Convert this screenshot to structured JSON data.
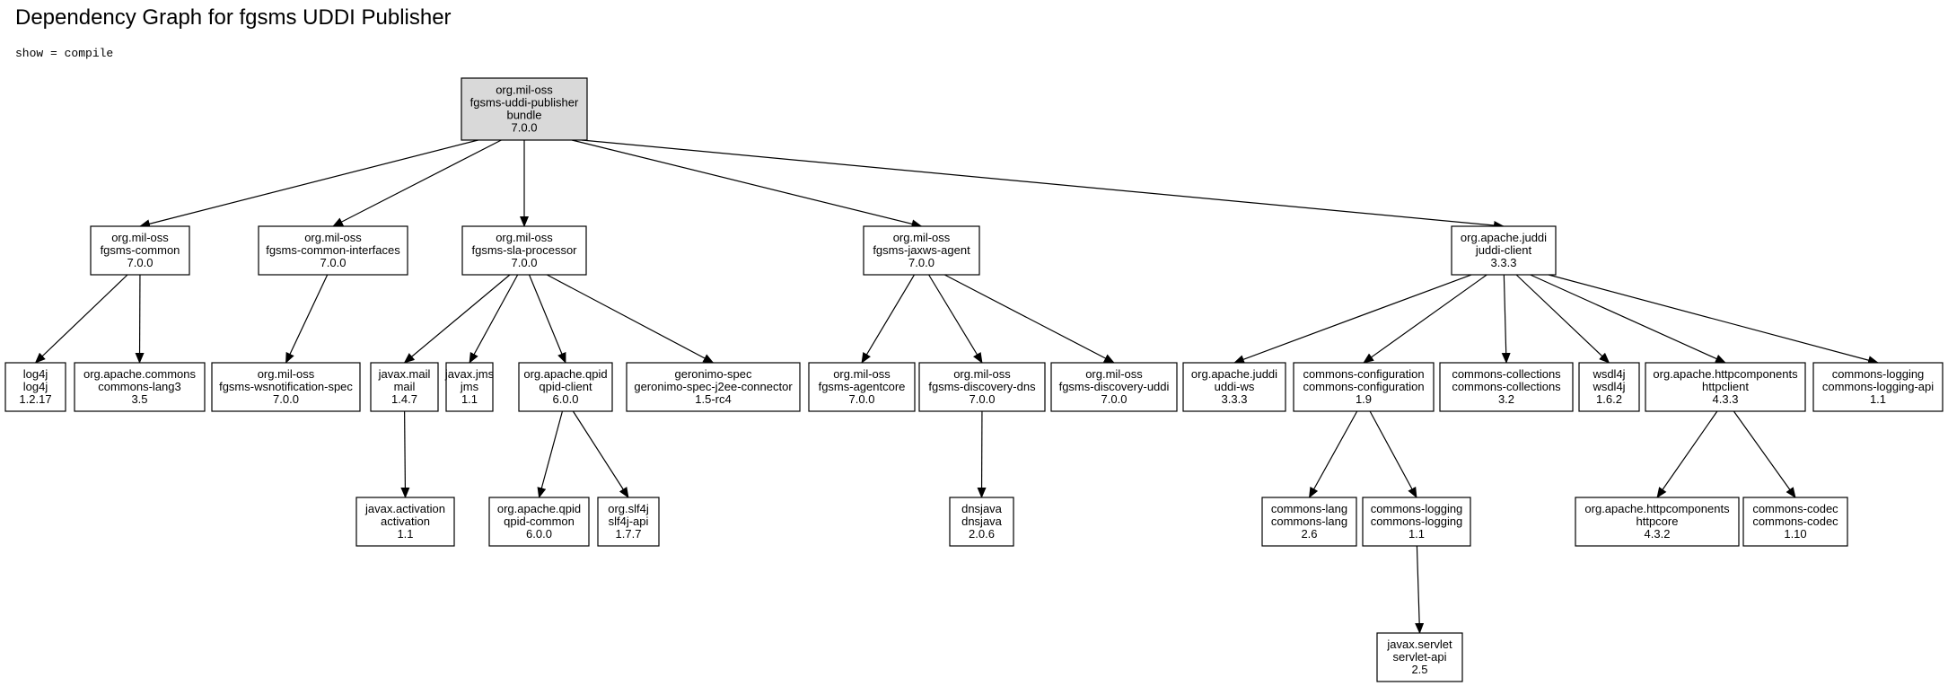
{
  "page": {
    "title": "Dependency Graph for fgsms UDDI Publisher",
    "subtitle": "show = compile"
  },
  "nodes": [
    {
      "id": "root",
      "lines": [
        "org.mil-oss",
        "fgsms-uddi-publisher",
        "bundle",
        "7.0.0"
      ],
      "highlight": true
    },
    {
      "id": "common",
      "lines": [
        "org.mil-oss",
        "fgsms-common",
        "7.0.0"
      ]
    },
    {
      "id": "interfaces",
      "lines": [
        "org.mil-oss",
        "fgsms-common-interfaces",
        "7.0.0"
      ]
    },
    {
      "id": "sla",
      "lines": [
        "org.mil-oss",
        "fgsms-sla-processor",
        "7.0.0"
      ]
    },
    {
      "id": "jaxws",
      "lines": [
        "org.mil-oss",
        "fgsms-jaxws-agent",
        "7.0.0"
      ]
    },
    {
      "id": "juddiclient",
      "lines": [
        "org.apache.juddi",
        "juddi-client",
        "3.3.3"
      ]
    },
    {
      "id": "log4j",
      "lines": [
        "log4j",
        "log4j",
        "1.2.17"
      ]
    },
    {
      "id": "lang3",
      "lines": [
        "org.apache.commons",
        "commons-lang3",
        "3.5"
      ]
    },
    {
      "id": "wsn",
      "lines": [
        "org.mil-oss",
        "fgsms-wsnotification-spec",
        "7.0.0"
      ]
    },
    {
      "id": "mail",
      "lines": [
        "javax.mail",
        "mail",
        "1.4.7"
      ]
    },
    {
      "id": "jms",
      "lines": [
        "javax.jms",
        "jms",
        "1.1"
      ]
    },
    {
      "id": "qpidclient",
      "lines": [
        "org.apache.qpid",
        "qpid-client",
        "6.0.0"
      ]
    },
    {
      "id": "geronimo",
      "lines": [
        "geronimo-spec",
        "geronimo-spec-j2ee-connector",
        "1.5-rc4"
      ]
    },
    {
      "id": "agentcore",
      "lines": [
        "org.mil-oss",
        "fgsms-agentcore",
        "7.0.0"
      ]
    },
    {
      "id": "dns",
      "lines": [
        "org.mil-oss",
        "fgsms-discovery-dns",
        "7.0.0"
      ]
    },
    {
      "id": "udditree",
      "lines": [
        "org.mil-oss",
        "fgsms-discovery-uddi",
        "7.0.0"
      ]
    },
    {
      "id": "uddiws",
      "lines": [
        "org.apache.juddi",
        "uddi-ws",
        "3.3.3"
      ]
    },
    {
      "id": "config",
      "lines": [
        "commons-configuration",
        "commons-configuration",
        "1.9"
      ]
    },
    {
      "id": "collections",
      "lines": [
        "commons-collections",
        "commons-collections",
        "3.2"
      ]
    },
    {
      "id": "wsdl4j",
      "lines": [
        "wsdl4j",
        "wsdl4j",
        "1.6.2"
      ]
    },
    {
      "id": "httpclient",
      "lines": [
        "org.apache.httpcomponents",
        "httpclient",
        "4.3.3"
      ]
    },
    {
      "id": "logapi",
      "lines": [
        "commons-logging",
        "commons-logging-api",
        "1.1"
      ]
    },
    {
      "id": "activation",
      "lines": [
        "javax.activation",
        "activation",
        "1.1"
      ]
    },
    {
      "id": "qpidcommon",
      "lines": [
        "org.apache.qpid",
        "qpid-common",
        "6.0.0"
      ]
    },
    {
      "id": "slf4j",
      "lines": [
        "org.slf4j",
        "slf4j-api",
        "1.7.7"
      ]
    },
    {
      "id": "dnsjava",
      "lines": [
        "dnsjava",
        "dnsjava",
        "2.0.6"
      ]
    },
    {
      "id": "lang",
      "lines": [
        "commons-lang",
        "commons-lang",
        "2.6"
      ]
    },
    {
      "id": "logging",
      "lines": [
        "commons-logging",
        "commons-logging",
        "1.1"
      ]
    },
    {
      "id": "httpcore",
      "lines": [
        "org.apache.httpcomponents",
        "httpcore",
        "4.3.2"
      ]
    },
    {
      "id": "codec",
      "lines": [
        "commons-codec",
        "commons-codec",
        "1.10"
      ]
    },
    {
      "id": "servlet",
      "lines": [
        "javax.servlet",
        "servlet-api",
        "2.5"
      ]
    }
  ],
  "edges": [
    [
      "root",
      "common"
    ],
    [
      "root",
      "interfaces"
    ],
    [
      "root",
      "sla"
    ],
    [
      "root",
      "jaxws"
    ],
    [
      "root",
      "juddiclient"
    ],
    [
      "common",
      "log4j"
    ],
    [
      "common",
      "lang3"
    ],
    [
      "interfaces",
      "wsn"
    ],
    [
      "sla",
      "mail"
    ],
    [
      "sla",
      "jms"
    ],
    [
      "sla",
      "qpidclient"
    ],
    [
      "sla",
      "geronimo"
    ],
    [
      "jaxws",
      "agentcore"
    ],
    [
      "jaxws",
      "dns"
    ],
    [
      "jaxws",
      "udditree"
    ],
    [
      "juddiclient",
      "uddiws"
    ],
    [
      "juddiclient",
      "config"
    ],
    [
      "juddiclient",
      "collections"
    ],
    [
      "juddiclient",
      "wsdl4j"
    ],
    [
      "juddiclient",
      "httpclient"
    ],
    [
      "juddiclient",
      "logapi"
    ],
    [
      "mail",
      "activation"
    ],
    [
      "qpidclient",
      "qpidcommon"
    ],
    [
      "qpidclient",
      "slf4j"
    ],
    [
      "dns",
      "dnsjava"
    ],
    [
      "config",
      "lang"
    ],
    [
      "config",
      "logging"
    ],
    [
      "httpclient",
      "httpcore"
    ],
    [
      "httpclient",
      "codec"
    ],
    [
      "logging",
      "servlet"
    ]
  ],
  "colors": {
    "highlight_fill": "#d9d9d9",
    "node_fill": "#ffffff",
    "stroke": "#000000"
  }
}
